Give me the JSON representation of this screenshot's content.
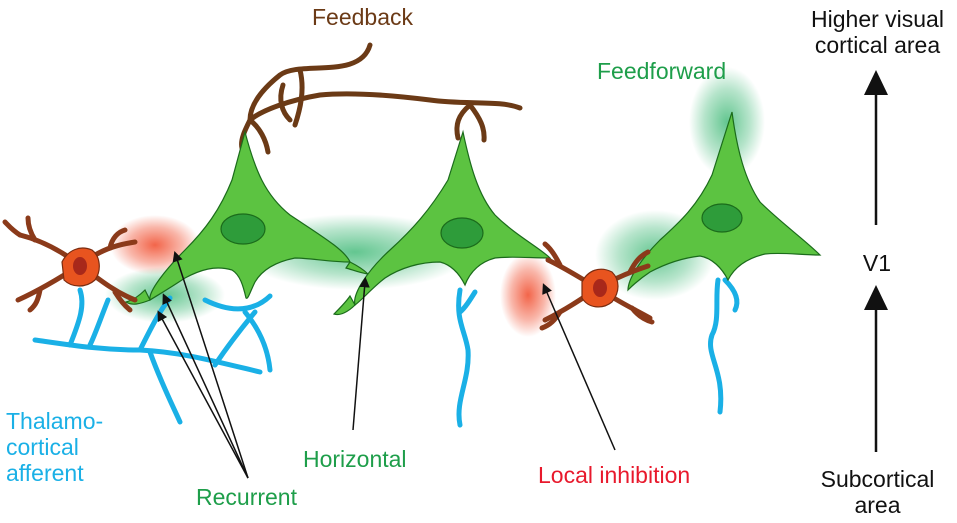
{
  "labels": {
    "feedback": "Feedback",
    "feedforward": "Feedforward",
    "higher_area_line1": "Higher visual",
    "higher_area_line2": "cortical area",
    "v1": "V1",
    "subcortical_line1": "Subcortical",
    "subcortical_line2": "area",
    "thalamo_line1": "Thalamo-",
    "thalamo_line2": "cortical",
    "thalamo_line3": "afferent",
    "horizontal": "Horizontal",
    "recurrent": "Recurrent",
    "local_inhibition": "Local inhibition"
  },
  "colors": {
    "pyramidal_fill": "#5cc341",
    "pyramidal_stroke": "#1b6b1b",
    "interneuron_fill": "#e8541f",
    "interneuron_dendrite": "#8b3a1a",
    "feedback_axon": "#6b3a16",
    "thalamic_axon": "#1ab0e6",
    "glow_green": "#2fb36b",
    "glow_red": "#f04a2a",
    "arrow": "#111111"
  }
}
